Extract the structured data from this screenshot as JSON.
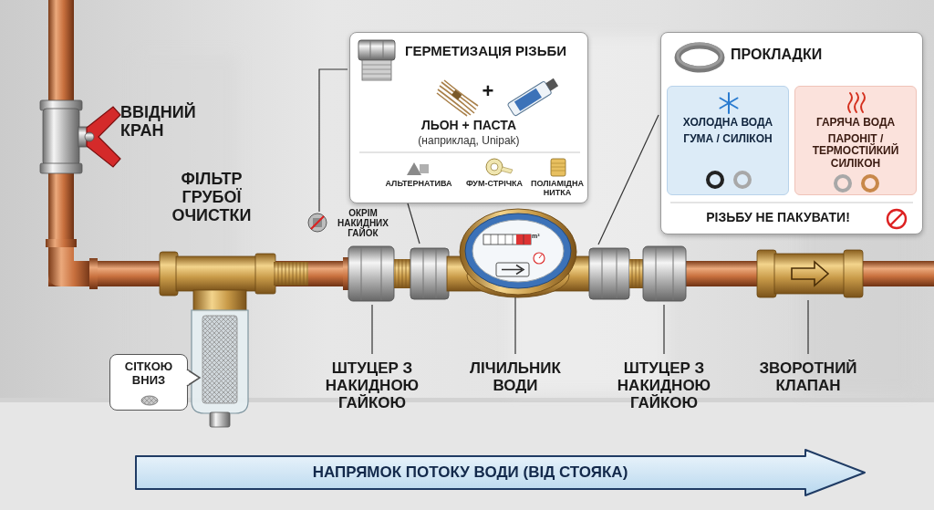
{
  "diagram": {
    "nodes": [
      {
        "text": [
          "ГЕРМЕТИЗАЦІЯ РІЗЬБИ",
          "+",
          "ЛЬОН + ПАСТА",
          "(наприклад, Unipak)",
          "АЛЬТЕРНАТИВА",
          "ФУМ-СТРІЧКА",
          "ПОЛІАМІДНА НИТКА"
        ]
      },
      {
        "text": [
          "ПРОКЛАДКИ",
          "РІЗЬБУ НЕ ПАКУВАТИ!"
        ]
      },
      {
        "text": [
          "ХОЛОДНА ВОДА",
          "ГУМА / СИЛІКОН"
        ],
        "in": 1
      },
      {
        "text": [
          "ГАРЯЧА ВОДА",
          "ПАРОНІТ / ТЕРМОСТІЙКИЙ СИЛІКОН"
        ],
        "in": 1
      },
      {
        "text": [
          "СІТКОЮ ВНИЗ"
        ]
      },
      {
        "text": [
          "НАПРЯМОК ПОТОКУ ВОДИ (ВІД СТОЯКА)"
        ]
      }
    ],
    "labels": [
      "ВВІДНИЙ КРАН",
      "ФІЛЬТР ГРУБОЇ ОЧИСТКИ",
      "ОКРІМ НАКИДНИХ ГАЙОК",
      "m³",
      "ШТУЦЕР З НАКИДНОЮ ГАЙКОЮ",
      "ЛІЧИЛЬНИК ВОДИ",
      "ШТУЦЕР З НАКИДНОЮ ГАЙКОЮ",
      "ЗВОРОТНИЙ КЛАПАН"
    ]
  }
}
